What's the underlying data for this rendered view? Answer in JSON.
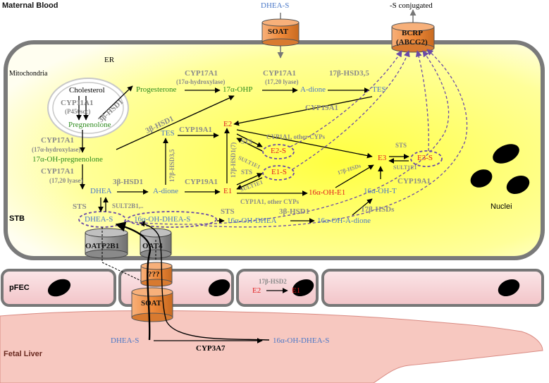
{
  "compartments": {
    "maternal_blood": "Maternal Blood",
    "er": "ER",
    "mitochondria": "Mitochondria",
    "stb": "STB",
    "nuclei": "Nuclei",
    "pfec": "pFEC",
    "fetal_liver": "Fetal Liver"
  },
  "transporters": {
    "soat_top": "SOAT",
    "bcrp_line1": "BCRP",
    "bcrp_line2": "(ABCG2)",
    "oatp2b1": "OATP2B1",
    "oat4": "OAT4",
    "unknown": "???",
    "soat_bottom": "SOAT"
  },
  "metabolites": {
    "dhea_s_maternal": "DHEA-S",
    "s_conjugated": "-S conjugated",
    "cholesterol": "Cholesterol",
    "pregnenolone": "Pregnenolone",
    "progesterone": "Progesterone",
    "oh17_p": "17α-OHP",
    "a_dione_top": "A-dione",
    "tes_top": "TES",
    "oh17_pregnenolone": "17α-OH-pregnenolone",
    "dhea": "DHEA",
    "tes_mid": "TES",
    "a_dione_mid": "A-dione",
    "e2": "E2",
    "e1": "E1",
    "e2_s": "E2-S",
    "e1_s": "E1-S",
    "e3": "E3",
    "e3_s": "E3-S",
    "oh16_e1": "16α-OH-E1",
    "oh16_t": "16α-OH-T",
    "dhea_s_stb": "DHEA-S",
    "oh16_dhea_s_stb": "16α-OH-DHEA-S",
    "oh16_dhea": "16α-OH-DHEA",
    "oh16_a_dione": "16α-OH-A-dione",
    "e2_pfec": "E2",
    "e1_pfec": "E1",
    "dhea_s_liver": "DHEA-S",
    "oh16_dhea_s_liver": "16α-OH-DHEA-S"
  },
  "enzymes": {
    "cyp11a1": "CYP11A1",
    "p450scc": "(P450scc)",
    "hsd3b1_mito": "3β-HSD1",
    "cyp17a1_a": "CYP17A1",
    "hydroxylase_a": "(17α-hydroxylase)",
    "cyp17a1_b": "CYP17A1",
    "lyase_b": "(17,20 lyase)",
    "hsd17b35_top": "17β-HSD3,5",
    "cyp19a1_top": "CYP19A1",
    "hsd3b1_diag": "3β-HSD1",
    "cyp17a1_left1": "CYP17A1",
    "hydroxylase_left": "(17α-hydroxylase)",
    "cyp17a1_left2": "CYP17A1",
    "lyase_left": "(17,20 lyase)",
    "cyp19a1_tes_e2": "CYP19A1",
    "hsd17b35_vert": "17β-HSD3,5",
    "hsd3b1_mid": "3β-HSD1",
    "cyp19a1_adione_e1": "CYP19A1",
    "hsd17b17_vert": "17β-HSD1(7)",
    "cyp1a1_other": "CYP1A1, other CYPs",
    "sts_e2": "STS",
    "sult1e1_e2": "SULT1E1",
    "sts_e1": "STS",
    "sult1e1_e1": "SULT1E1",
    "hsds17b": "17β-HSDs",
    "sts_e3": "STS",
    "sult1e1_e3": "SULT1E1",
    "cyp19a1_e3": "CYP19A1",
    "cyp1a1_other2": "CYP1A1,  other CYPs",
    "sts_left": "STS",
    "sult2b1": "SULT2B1,..",
    "sts_mid": "STS",
    "hsd3b1_bottom": "3β-HSD1",
    "hsds17b_bottom": "17β-HSDs",
    "hsd17b2_pfec": "17β-HSD2",
    "cyp3a7": "CYP3A7"
  },
  "colors": {
    "stb_center": "#ffff55",
    "stb_edge": "#fffde8",
    "pfec_fill": "#f6d5d8",
    "liver_fill": "#f7c8c0",
    "soat_orange": "#f08a3a",
    "transporter_gray": "#9a9a9a",
    "sulfate_purple": "#7a5ab0",
    "green_text": "#2e8b1e",
    "blue_text": "#4a78c8",
    "red_text": "#e02020"
  }
}
